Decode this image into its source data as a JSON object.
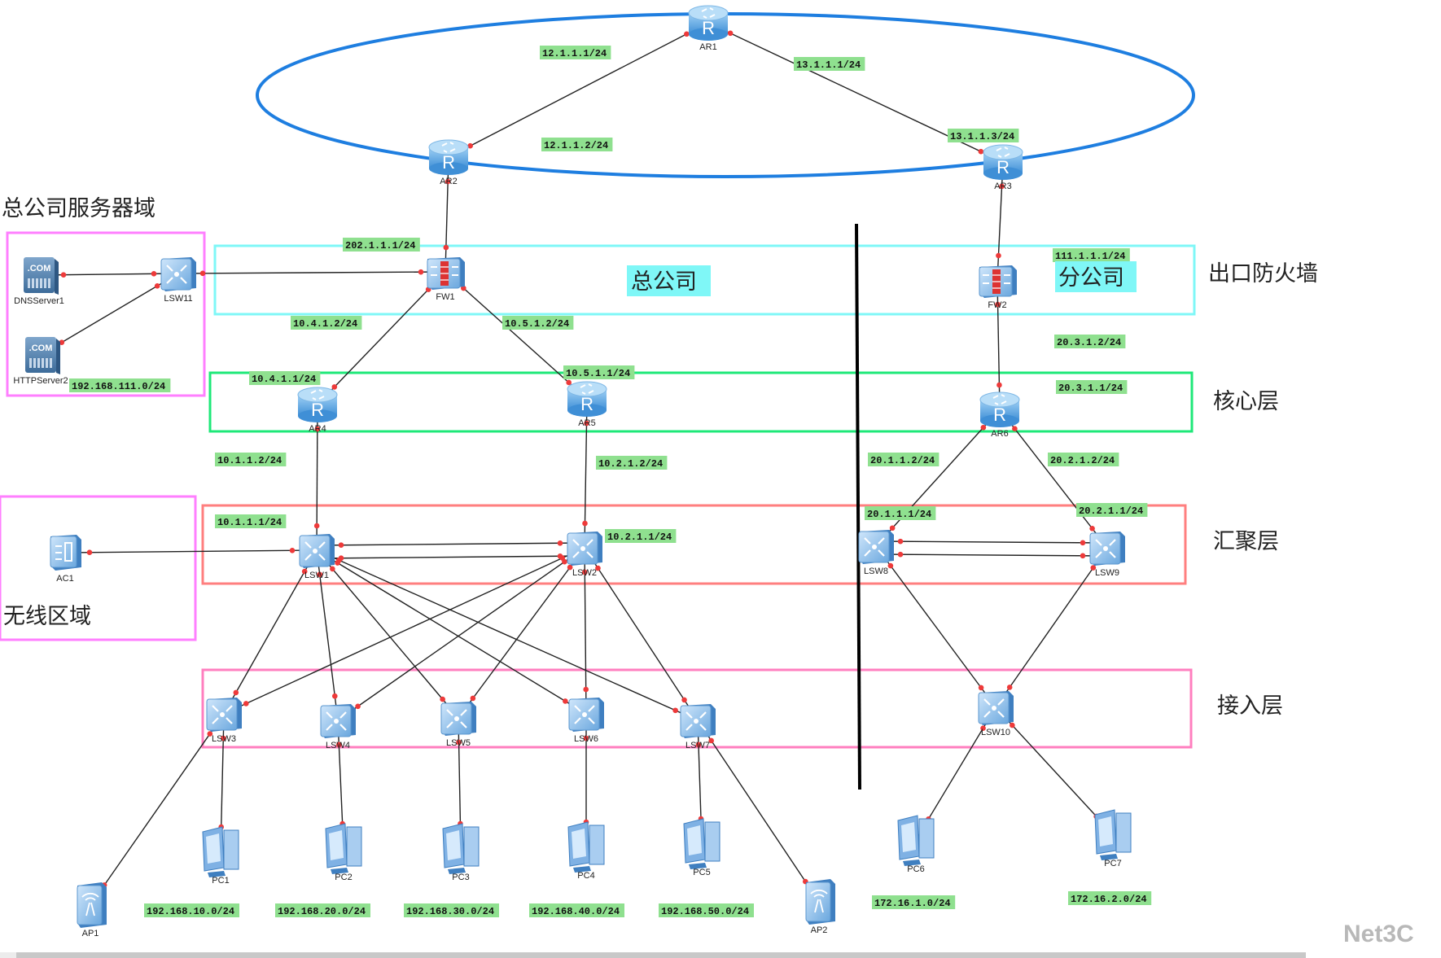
{
  "title": "总公司/分公司 网络拓扑",
  "zones": {
    "hq_server": "总公司服务器域",
    "wireless": "无线区域",
    "hq": "总公司",
    "branch": "分公司",
    "egress_firewall": "出口防火墙",
    "core": "核心层",
    "aggregation": "汇聚层",
    "access": "接入层"
  },
  "colors": {
    "isp_ring": "#1e7ee0",
    "firewall_box": "#7ff7f7",
    "core_box": "#1ee878",
    "aggregation_box": "#ff7f7f",
    "access_box": "#ff7fbf",
    "server_box": "#ff7fff",
    "ip_label_bg": "#8fe08f",
    "port_dot": "#ee3a3a"
  },
  "devices": [
    {
      "id": "AR1",
      "type": "router",
      "label": "AR1"
    },
    {
      "id": "AR2",
      "type": "router",
      "label": "AR2"
    },
    {
      "id": "AR3",
      "type": "router",
      "label": "AR3"
    },
    {
      "id": "FW1",
      "type": "firewall",
      "label": "FW1"
    },
    {
      "id": "FW2",
      "type": "firewall",
      "label": "FW2"
    },
    {
      "id": "AR4",
      "type": "router",
      "label": "AR4"
    },
    {
      "id": "AR5",
      "type": "router",
      "label": "AR5"
    },
    {
      "id": "AR6",
      "type": "router",
      "label": "AR6"
    },
    {
      "id": "LSW11",
      "type": "switch",
      "label": "LSW11"
    },
    {
      "id": "DNSServer1",
      "type": "server",
      "label": "DNSServer1"
    },
    {
      "id": "HTTPServer2",
      "type": "server",
      "label": "HTTPServer2"
    },
    {
      "id": "AC1",
      "type": "ac",
      "label": "AC1"
    },
    {
      "id": "LSW1",
      "type": "switch",
      "label": "LSW1"
    },
    {
      "id": "LSW2",
      "type": "switch",
      "label": "LSW2"
    },
    {
      "id": "LSW3",
      "type": "switch",
      "label": "LSW3"
    },
    {
      "id": "LSW4",
      "type": "switch",
      "label": "LSW4"
    },
    {
      "id": "LSW5",
      "type": "switch",
      "label": "LSW5"
    },
    {
      "id": "LSW6",
      "type": "switch",
      "label": "LSW6"
    },
    {
      "id": "LSW7",
      "type": "switch",
      "label": "LSW7"
    },
    {
      "id": "LSW8",
      "type": "switch",
      "label": "LSW8"
    },
    {
      "id": "LSW9",
      "type": "switch",
      "label": "LSW9"
    },
    {
      "id": "LSW10",
      "type": "switch",
      "label": "LSW10"
    },
    {
      "id": "PC1",
      "type": "pc",
      "label": "PC1"
    },
    {
      "id": "PC2",
      "type": "pc",
      "label": "PC2"
    },
    {
      "id": "PC3",
      "type": "pc",
      "label": "PC3"
    },
    {
      "id": "PC4",
      "type": "pc",
      "label": "PC4"
    },
    {
      "id": "PC5",
      "type": "pc",
      "label": "PC5"
    },
    {
      "id": "PC6",
      "type": "pc",
      "label": "PC6"
    },
    {
      "id": "PC7",
      "type": "pc",
      "label": "PC7"
    },
    {
      "id": "AP1",
      "type": "ap",
      "label": "AP1"
    },
    {
      "id": "AP2",
      "type": "ap",
      "label": "AP2"
    }
  ],
  "links": [
    [
      "AR1",
      "AR2"
    ],
    [
      "AR1",
      "AR3"
    ],
    [
      "AR2",
      "FW1"
    ],
    [
      "AR3",
      "FW2"
    ],
    [
      "LSW11",
      "FW1"
    ],
    [
      "DNSServer1",
      "LSW11"
    ],
    [
      "HTTPServer2",
      "LSW11"
    ],
    [
      "FW1",
      "AR4"
    ],
    [
      "FW1",
      "AR5"
    ],
    [
      "FW2",
      "AR6"
    ],
    [
      "AR4",
      "LSW1"
    ],
    [
      "AR5",
      "LSW2"
    ],
    [
      "AR6",
      "LSW8"
    ],
    [
      "AR6",
      "LSW9"
    ],
    [
      "AC1",
      "LSW1"
    ],
    [
      "LSW1",
      "LSW2"
    ],
    [
      "LSW1",
      "LSW2"
    ],
    [
      "LSW1",
      "LSW3"
    ],
    [
      "LSW1",
      "LSW4"
    ],
    [
      "LSW1",
      "LSW5"
    ],
    [
      "LSW1",
      "LSW6"
    ],
    [
      "LSW1",
      "LSW7"
    ],
    [
      "LSW2",
      "LSW3"
    ],
    [
      "LSW2",
      "LSW4"
    ],
    [
      "LSW2",
      "LSW5"
    ],
    [
      "LSW2",
      "LSW6"
    ],
    [
      "LSW2",
      "LSW7"
    ],
    [
      "LSW8",
      "LSW9"
    ],
    [
      "LSW8",
      "LSW9"
    ],
    [
      "LSW8",
      "LSW10"
    ],
    [
      "LSW9",
      "LSW10"
    ],
    [
      "LSW3",
      "PC1"
    ],
    [
      "LSW4",
      "PC2"
    ],
    [
      "LSW5",
      "PC3"
    ],
    [
      "LSW6",
      "PC4"
    ],
    [
      "LSW7",
      "PC5"
    ],
    [
      "LSW3",
      "AP1"
    ],
    [
      "LSW7",
      "AP2"
    ],
    [
      "LSW10",
      "PC6"
    ],
    [
      "LSW10",
      "PC7"
    ]
  ],
  "ip_labels": [
    "12.1.1.1/24",
    "12.1.1.2/24",
    "13.1.1.1/24",
    "13.1.1.3/24",
    "202.1.1.1/24",
    "111.1.1.1/24",
    "10.4.1.2/24",
    "10.5.1.2/24",
    "10.4.1.1/24",
    "10.5.1.1/24",
    "20.3.1.2/24",
    "20.3.1.1/24",
    "10.1.1.2/24",
    "10.2.1.2/24",
    "20.1.1.2/24",
    "20.2.1.2/24",
    "10.1.1.1/24",
    "10.2.1.1/24",
    "20.1.1.1/24",
    "20.2.1.1/24",
    "192.168.111.0/24",
    "192.168.10.0/24",
    "192.168.20.0/24",
    "192.168.30.0/24",
    "192.168.40.0/24",
    "192.168.50.0/24",
    "172.16.1.0/24",
    "172.16.2.0/24"
  ],
  "watermark": "Net3C"
}
